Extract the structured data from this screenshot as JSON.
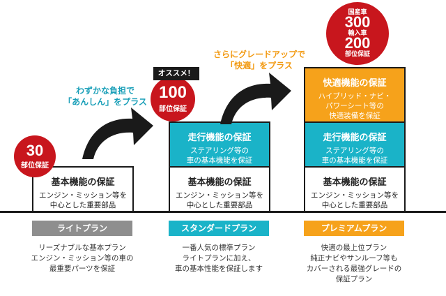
{
  "notes": {
    "left": [
      "わずかな負担で",
      "「あんしん」をプラス"
    ],
    "right": [
      "さらにグレードアップで",
      "「快適」をプラス"
    ]
  },
  "badge": "オススメ！",
  "circles": {
    "light": {
      "number": "30",
      "unit": "部位保証"
    },
    "standard": {
      "number": "100",
      "unit": "部位保証"
    },
    "premium": {
      "domestic_label": "国産車",
      "domestic_number": "300",
      "import_label": "輸入車",
      "import_number": "200",
      "unit": "部位保証"
    }
  },
  "blocks": {
    "basic": {
      "title": "基本機能の保証",
      "desc": [
        "エンジン・ミッション等を",
        "中心とした重要部品"
      ]
    },
    "driving": {
      "title": "走行機能の保証",
      "desc": [
        "ステアリング等の",
        "車の基本機能を保証"
      ]
    },
    "comfort": {
      "title": "快適機能の保証",
      "desc": [
        "ハイブリッド・ナビ・",
        "パワーシート等の",
        "快適装備を保証"
      ]
    }
  },
  "plans": [
    {
      "name": "ライトプラン",
      "color": "#8e8e8e",
      "desc": [
        "リーズナブルな基本プラン",
        "エンジン・ミッション等の車の",
        "最重要パーツを保証"
      ]
    },
    {
      "name": "スタンダードプラン",
      "color": "#1ab3c8",
      "desc": [
        "一番人気の標準プラン",
        "ライトプランに加え、",
        "車の基本性能を保証します"
      ]
    },
    {
      "name": "プレミアムプラン",
      "color": "#f6a21b",
      "desc": [
        "快適の最上位プラン",
        "純正ナビやサンルーフ等も",
        "カバーされる最強グレードの",
        "保証プラン"
      ]
    }
  ]
}
